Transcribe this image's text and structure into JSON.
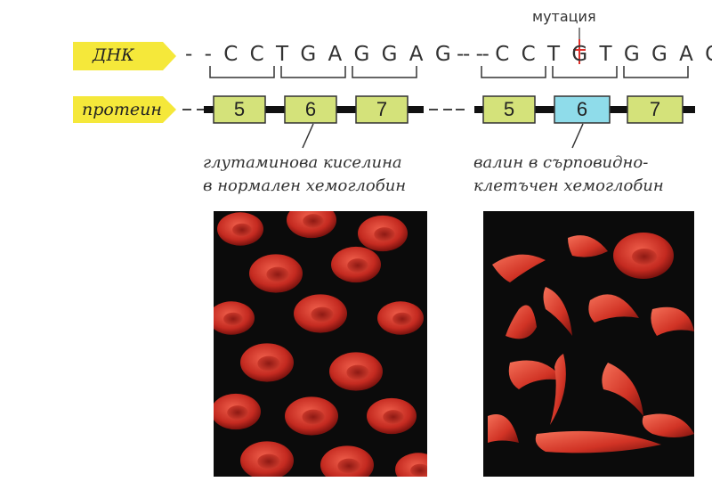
{
  "labels": {
    "dna": "ДНК",
    "protein": "протеин",
    "mutation": "мутация"
  },
  "normal": {
    "dna_sequence": "- - C C T G A G G A G - -",
    "codons": [
      "5",
      "6",
      "7"
    ],
    "caption_line1": "глутаминова киселина",
    "caption_line2": "в нормален хемоглобин"
  },
  "sickle": {
    "dna_sequence": "- - C C T G T G G A G -",
    "codons": [
      "5",
      "6",
      "7"
    ],
    "caption_line1": "валин в сърповидно-",
    "caption_line2": "клетъчен хемоглобин"
  },
  "colors": {
    "tag_yellow": "#f5e83a",
    "box_green": "#d4e27a",
    "box_blue": "#8fdcea",
    "mutation_red": "#e0302a",
    "cell_red": "#d9362a"
  }
}
